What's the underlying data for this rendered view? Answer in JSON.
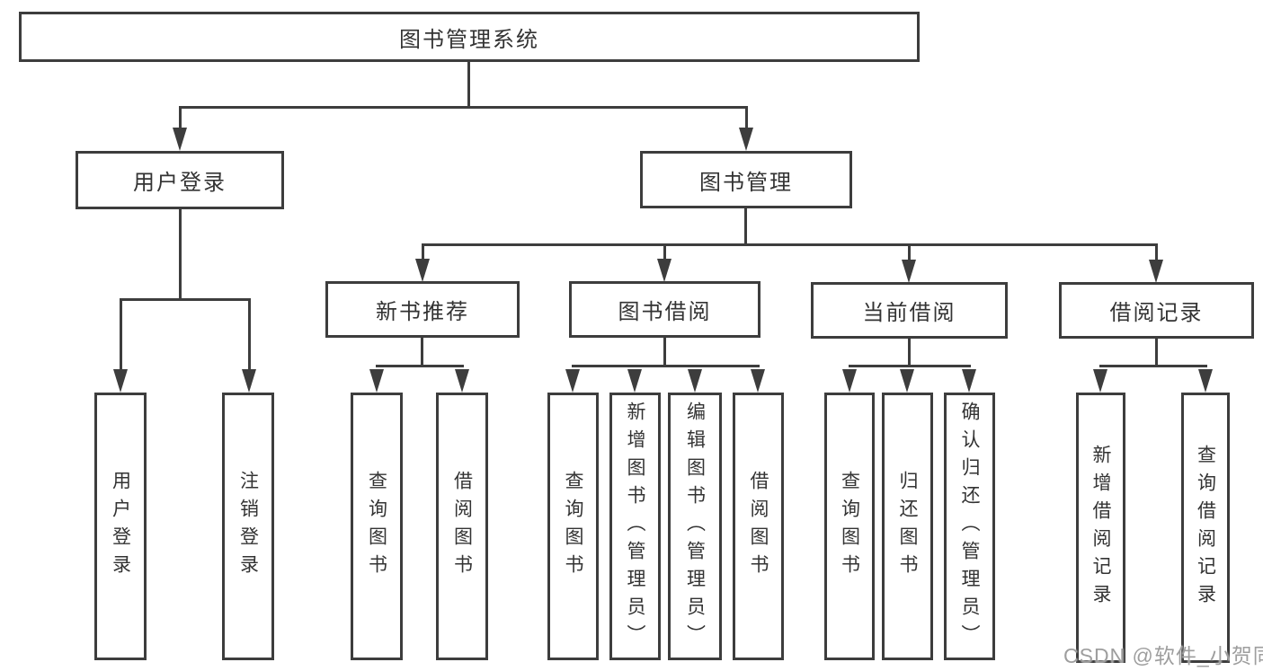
{
  "diagram": {
    "root": {
      "label": "图书管理系统"
    },
    "level2": [
      {
        "label": "用户登录"
      },
      {
        "label": "图书管理"
      }
    ],
    "level3": [
      {
        "label": "新书推荐"
      },
      {
        "label": "图书借阅"
      },
      {
        "label": "当前借阅"
      },
      {
        "label": "借阅记录"
      }
    ],
    "leaves": {
      "user_login": [
        "用户登录",
        "注销登录"
      ],
      "new_books": [
        "查询图书",
        "借阅图书"
      ],
      "book_borrow": [
        "查询图书",
        "新增图书（管理员）",
        "编辑图书（管理员）",
        "借阅图书"
      ],
      "current_borrow": [
        "查询图书",
        "归还图书",
        "确认归还（管理员）"
      ],
      "borrow_records": [
        "新增借阅记录",
        "查询借阅记录"
      ]
    },
    "watermark": "CSDN @软件_小贺同学",
    "colors": {
      "line": "#3d3d3d",
      "text": "#333333",
      "background": "#ffffff",
      "watermark": "#9e9e9e"
    }
  }
}
